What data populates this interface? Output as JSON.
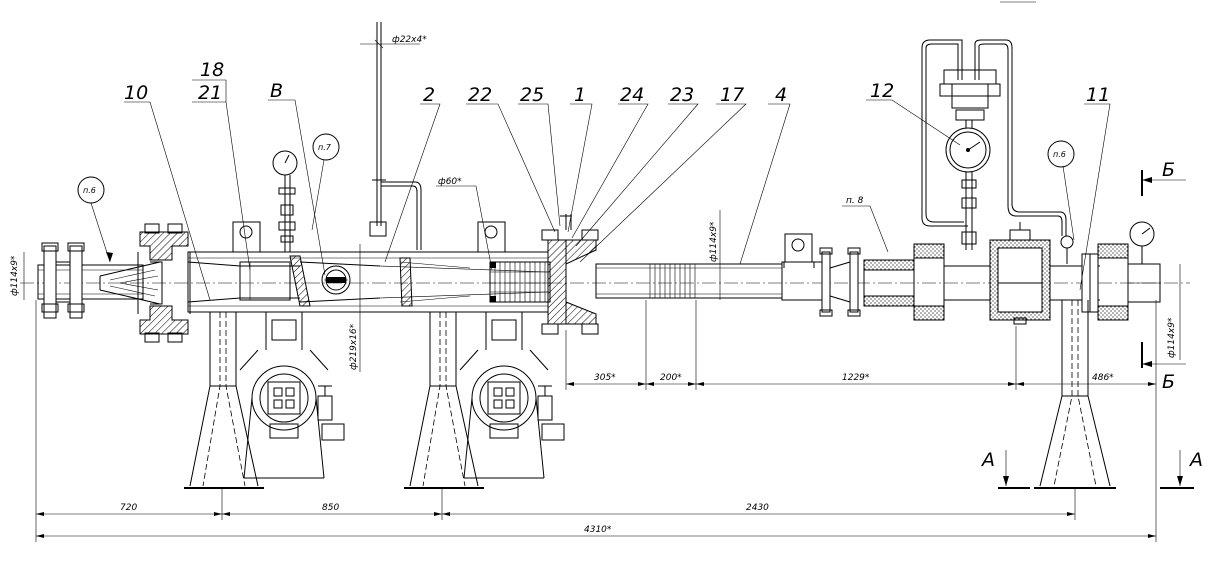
{
  "callouts": {
    "c10": "10",
    "c18": "18",
    "c21": "21",
    "cB": "В",
    "c2": "2",
    "c22": "22",
    "c25": "25",
    "c1": "1",
    "c24": "24",
    "c23": "23",
    "c17": "17",
    "c4": "4",
    "c12": "12",
    "c11": "11"
  },
  "notes": {
    "p6_left": "п.6",
    "p7": "п.7",
    "p6_right": "п.6",
    "p8": "п. 8"
  },
  "dimensions": {
    "d22x4": "ф22х4*",
    "d60": "ф60*",
    "d114_left": "ф114х9*",
    "d219": "ф219х16*",
    "d114_mid": "ф114х9*",
    "d114_right": "ф114х9*",
    "d305": "305*",
    "d200": "200*",
    "d1229": "1229*",
    "d486": "486*",
    "d720": "720",
    "d850": "850",
    "d2430": "2430",
    "d4310": "4310*"
  },
  "sections": {
    "b_top": "Б",
    "b_bottom": "Б",
    "a_left": "А",
    "a_right": "А"
  }
}
